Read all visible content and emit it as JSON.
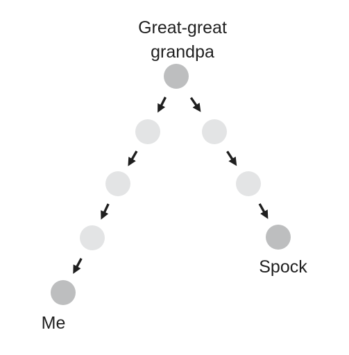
{
  "diagram": {
    "top_label_line1": "Great-great",
    "top_label_line2": "grandpa",
    "left_end_label": "Me",
    "right_end_label": "Spock"
  },
  "colors": {
    "endpoint_node": "#bdbebf",
    "intermediate_node": "#e3e4e5",
    "arrow": "#1f1f1f",
    "text": "#1f1f1f",
    "background": "#ffffff"
  },
  "nodes": [
    {
      "id": "great-great-grandpa",
      "kind": "endpoint"
    },
    {
      "id": "left-ancestor-1",
      "kind": "intermediate"
    },
    {
      "id": "left-ancestor-2",
      "kind": "intermediate"
    },
    {
      "id": "left-ancestor-3",
      "kind": "intermediate"
    },
    {
      "id": "me",
      "kind": "endpoint"
    },
    {
      "id": "right-ancestor-1",
      "kind": "intermediate"
    },
    {
      "id": "right-ancestor-2",
      "kind": "intermediate"
    },
    {
      "id": "spock",
      "kind": "endpoint"
    }
  ],
  "edges": [
    {
      "from": "great-great-grandpa",
      "to": "left-ancestor-1"
    },
    {
      "from": "left-ancestor-1",
      "to": "left-ancestor-2"
    },
    {
      "from": "left-ancestor-2",
      "to": "left-ancestor-3"
    },
    {
      "from": "left-ancestor-3",
      "to": "me"
    },
    {
      "from": "great-great-grandpa",
      "to": "right-ancestor-1"
    },
    {
      "from": "right-ancestor-1",
      "to": "right-ancestor-2"
    },
    {
      "from": "right-ancestor-2",
      "to": "spock"
    }
  ]
}
